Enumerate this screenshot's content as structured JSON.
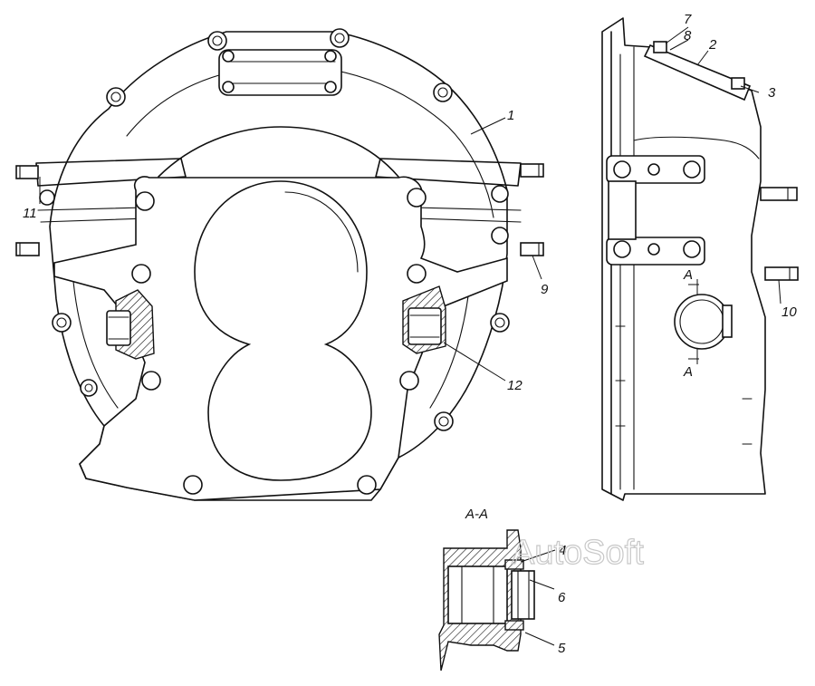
{
  "callouts": {
    "c1": "1",
    "c2": "2",
    "c3": "3",
    "c4": "4",
    "c5": "5",
    "c6": "6",
    "c7": "7",
    "c8": "8",
    "c9": "9",
    "c10": "10",
    "c11": "11",
    "c12": "12"
  },
  "section_marks": {
    "top": "A",
    "bottom": "A",
    "section_title": "A-A"
  },
  "watermark": "AutoSoft"
}
